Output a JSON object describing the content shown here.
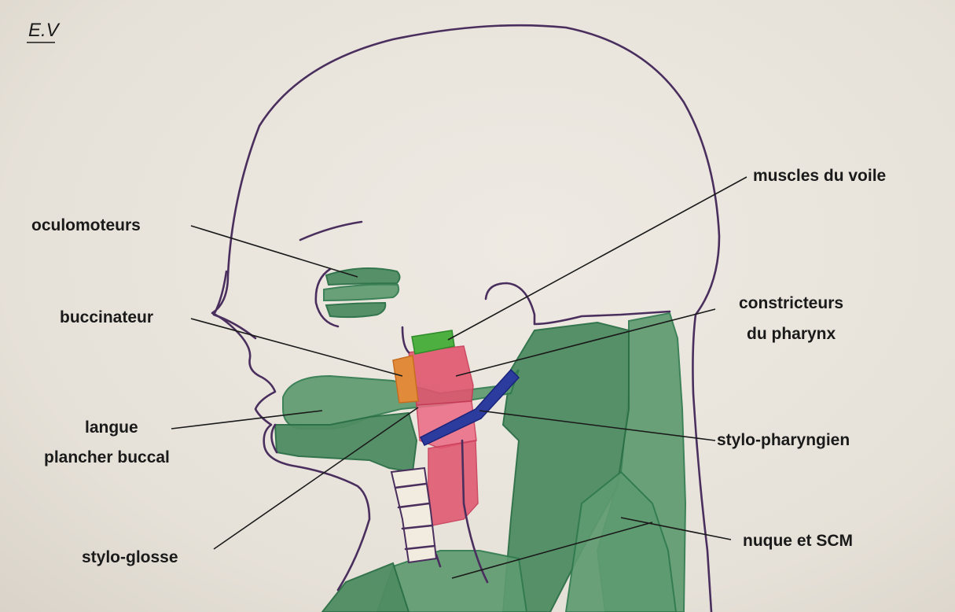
{
  "signature": "E.V",
  "labels": {
    "oculomoteurs": "oculomoteurs",
    "buccinateur": "buccinateur",
    "langue_line1": "langue",
    "langue_line2": "plancher buccal",
    "stylo_glosse": "stylo-glosse",
    "muscles_voile": "muscles du voile",
    "constricteurs_line1": "constricteurs",
    "constricteurs_line2": "du pharynx",
    "stylo_pharyngien": "stylo-pharyngien",
    "nuque_scm": "nuque et SCM"
  },
  "colors": {
    "outline": "#4a2f5e",
    "muscle_green": "#5f9b70",
    "constrictor_red": "#e0566f",
    "buccinator_orange": "#e08a3a",
    "palate_green": "#4caf3f",
    "stylopharyngeus_blue": "#2c3c9e"
  }
}
